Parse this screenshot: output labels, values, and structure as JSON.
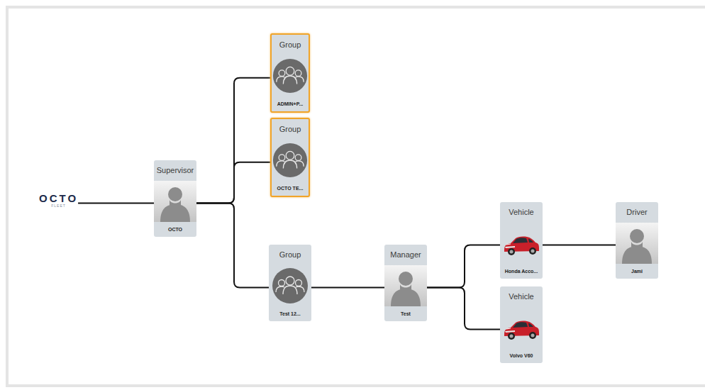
{
  "diagram": {
    "nodes": [
      {
        "text": [
          "OCTO",
          "FLEET"
        ]
      },
      {
        "text": [
          "Supervisor",
          "OCTO"
        ]
      },
      {
        "text": [
          "Group",
          "ADMIN+P..."
        ]
      },
      {
        "text": [
          "Group",
          "OCTO TE..."
        ]
      },
      {
        "text": [
          "Group",
          "Test 12..."
        ]
      },
      {
        "text": [
          "Manager",
          "Test"
        ]
      },
      {
        "text": [
          "Vehicle",
          "Honda Acco..."
        ]
      },
      {
        "text": [
          "Vehicle",
          "Volvo V60"
        ]
      },
      {
        "text": [
          "Driver",
          "Jami"
        ]
      }
    ],
    "edges": [
      {
        "from": 0,
        "to": 1,
        "arrow": "none"
      },
      {
        "from": 1,
        "to": 2,
        "arrow": "none"
      },
      {
        "from": 1,
        "to": 3,
        "arrow": "none"
      },
      {
        "from": 1,
        "to": 4,
        "arrow": "none"
      },
      {
        "from": 4,
        "to": 5,
        "arrow": "none"
      },
      {
        "from": 5,
        "to": 6,
        "arrow": "none"
      },
      {
        "from": 5,
        "to": 7,
        "arrow": "none"
      },
      {
        "from": 6,
        "to": 8,
        "arrow": "none"
      }
    ]
  }
}
